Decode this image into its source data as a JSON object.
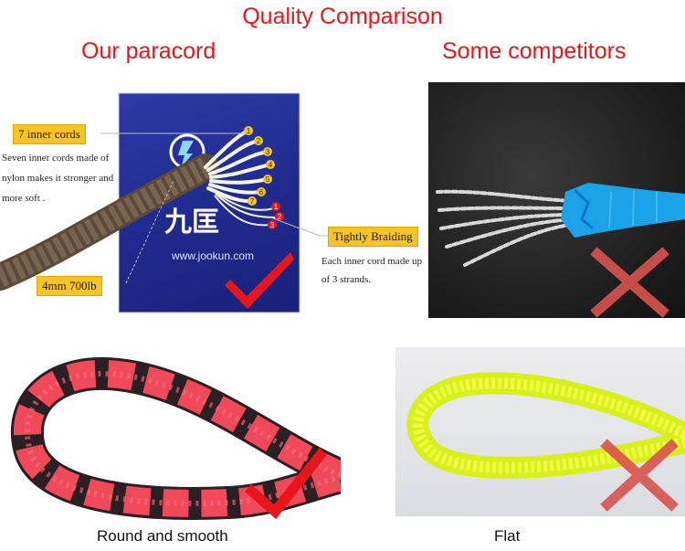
{
  "title": "Quality Comparison",
  "left_heading": "Our paracord",
  "right_heading": "Some competitors",
  "product": {
    "label_inner": "7 inner cords",
    "note_inner": "Seven inner cords made of nylon makes it  stronger and more soft .",
    "label_braid": "Tightly Braiding",
    "note_braid": "Each inner cord made up of 3 strands.",
    "label_size": "4mm 700lb",
    "brand_cn": "九匡",
    "website": "www.jookun.com",
    "numbers": [
      "1",
      "2",
      "3",
      "4",
      "5",
      "6",
      "7",
      "1",
      "2",
      "3"
    ]
  },
  "captions": {
    "left": "Round and smooth",
    "right": "Flat"
  },
  "colors": {
    "heading": "#e8161b",
    "check": "#e8161b",
    "cross": "#d9534f",
    "label_bg": "#f6c521"
  },
  "icons": {
    "good": "check-mark-icon",
    "bad": "cross-mark-icon"
  }
}
